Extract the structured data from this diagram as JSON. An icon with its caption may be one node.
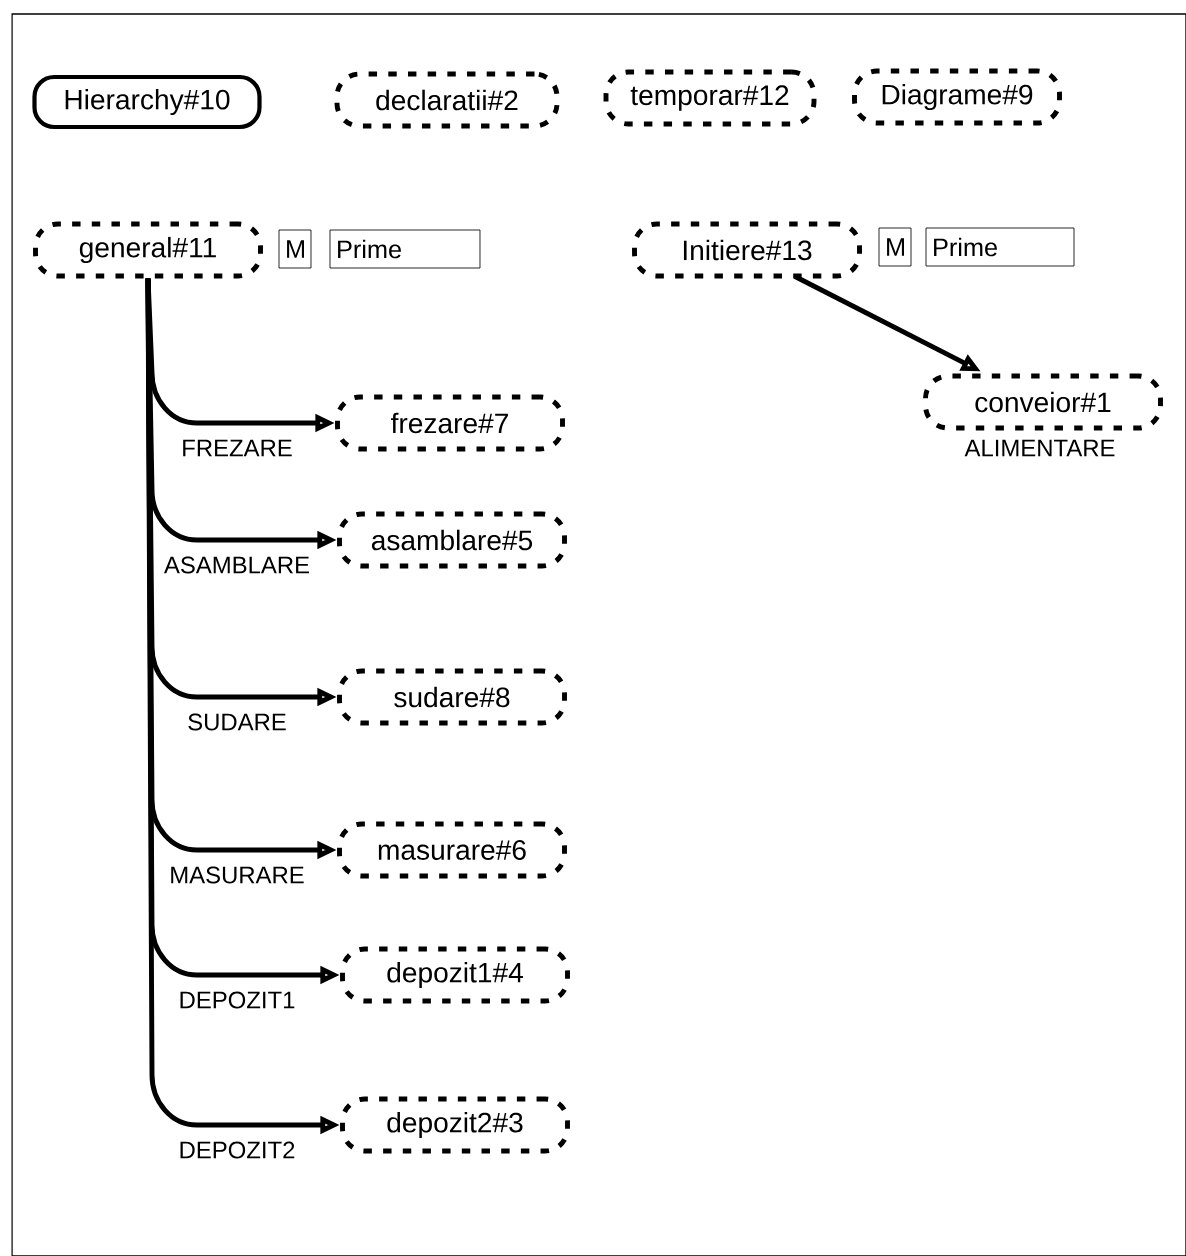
{
  "diagram": {
    "nodes": [
      {
        "text": [
          "Hierarchy#10"
        ]
      },
      {
        "text": [
          "declaratii#2"
        ]
      },
      {
        "text": [
          "temporar#12"
        ]
      },
      {
        "text": [
          "Diagrame#9"
        ]
      },
      {
        "text": [
          "general#11"
        ]
      },
      {
        "text": [
          "M"
        ]
      },
      {
        "text": [
          "Prime"
        ]
      },
      {
        "text": [
          "Initiere#13"
        ]
      },
      {
        "text": [
          "M"
        ]
      },
      {
        "text": [
          "Prime"
        ]
      },
      {
        "text": [
          "conveior#1"
        ]
      },
      {
        "text": [
          "frezare#7"
        ]
      },
      {
        "text": [
          "asamblare#5"
        ]
      },
      {
        "text": [
          "sudare#8"
        ]
      },
      {
        "text": [
          "masurare#6"
        ]
      },
      {
        "text": [
          "depozit1#4"
        ]
      },
      {
        "text": [
          "depozit2#3"
        ]
      }
    ],
    "edges": [
      {
        "from": 7,
        "to": 10,
        "arrow": "to",
        "label": "ALIMENTARE"
      },
      {
        "from": 4,
        "to": 11,
        "arrow": "to",
        "label": "FREZARE"
      },
      {
        "from": 4,
        "to": 12,
        "arrow": "to",
        "label": "ASAMBLARE"
      },
      {
        "from": 4,
        "to": 13,
        "arrow": "to",
        "label": "SUDARE"
      },
      {
        "from": 4,
        "to": 14,
        "arrow": "to",
        "label": "MASURARE"
      },
      {
        "from": 4,
        "to": 15,
        "arrow": "to",
        "label": "DEPOZIT1"
      },
      {
        "from": 4,
        "to": 16,
        "arrow": "to",
        "label": "DEPOZIT2"
      }
    ]
  }
}
